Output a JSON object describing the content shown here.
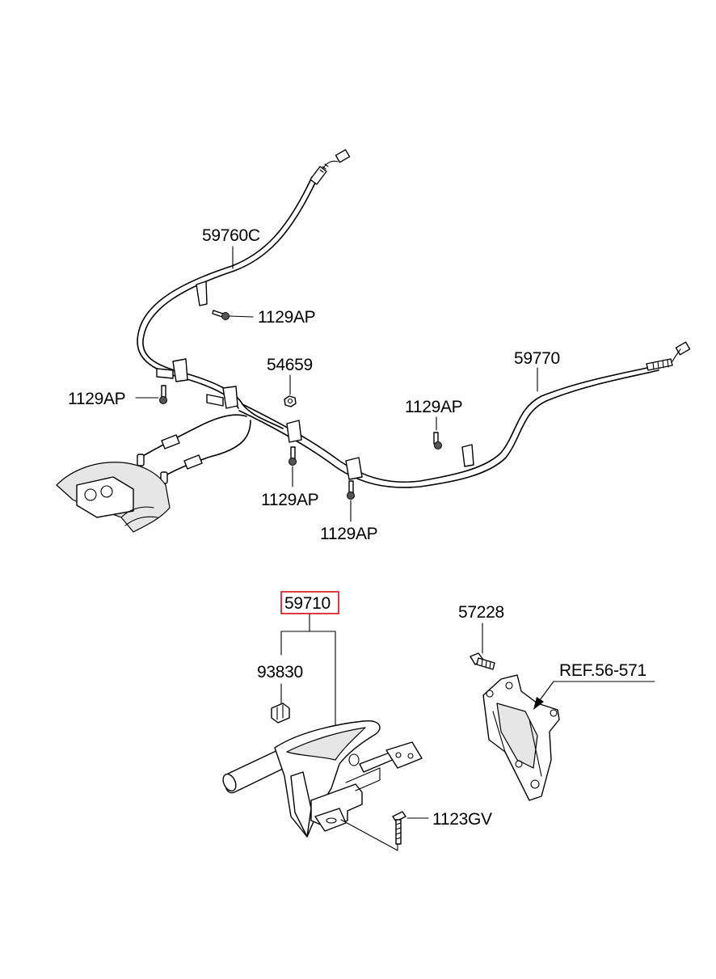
{
  "callouts": {
    "cable_left": "59760C",
    "bolt_1": "1129AP",
    "bolt_2": "1129AP",
    "nut": "54659",
    "bolt_3": "1129AP",
    "bolt_4": "1129AP",
    "bolt_5": "1129AP",
    "cable_right": "59770",
    "lever_assembly": "59710",
    "bolt_lever": "93830",
    "bolt_6": "1123GV",
    "bolt_bracket": "57228",
    "reference": "REF.56-571"
  },
  "highlight_color": "#d9262c"
}
